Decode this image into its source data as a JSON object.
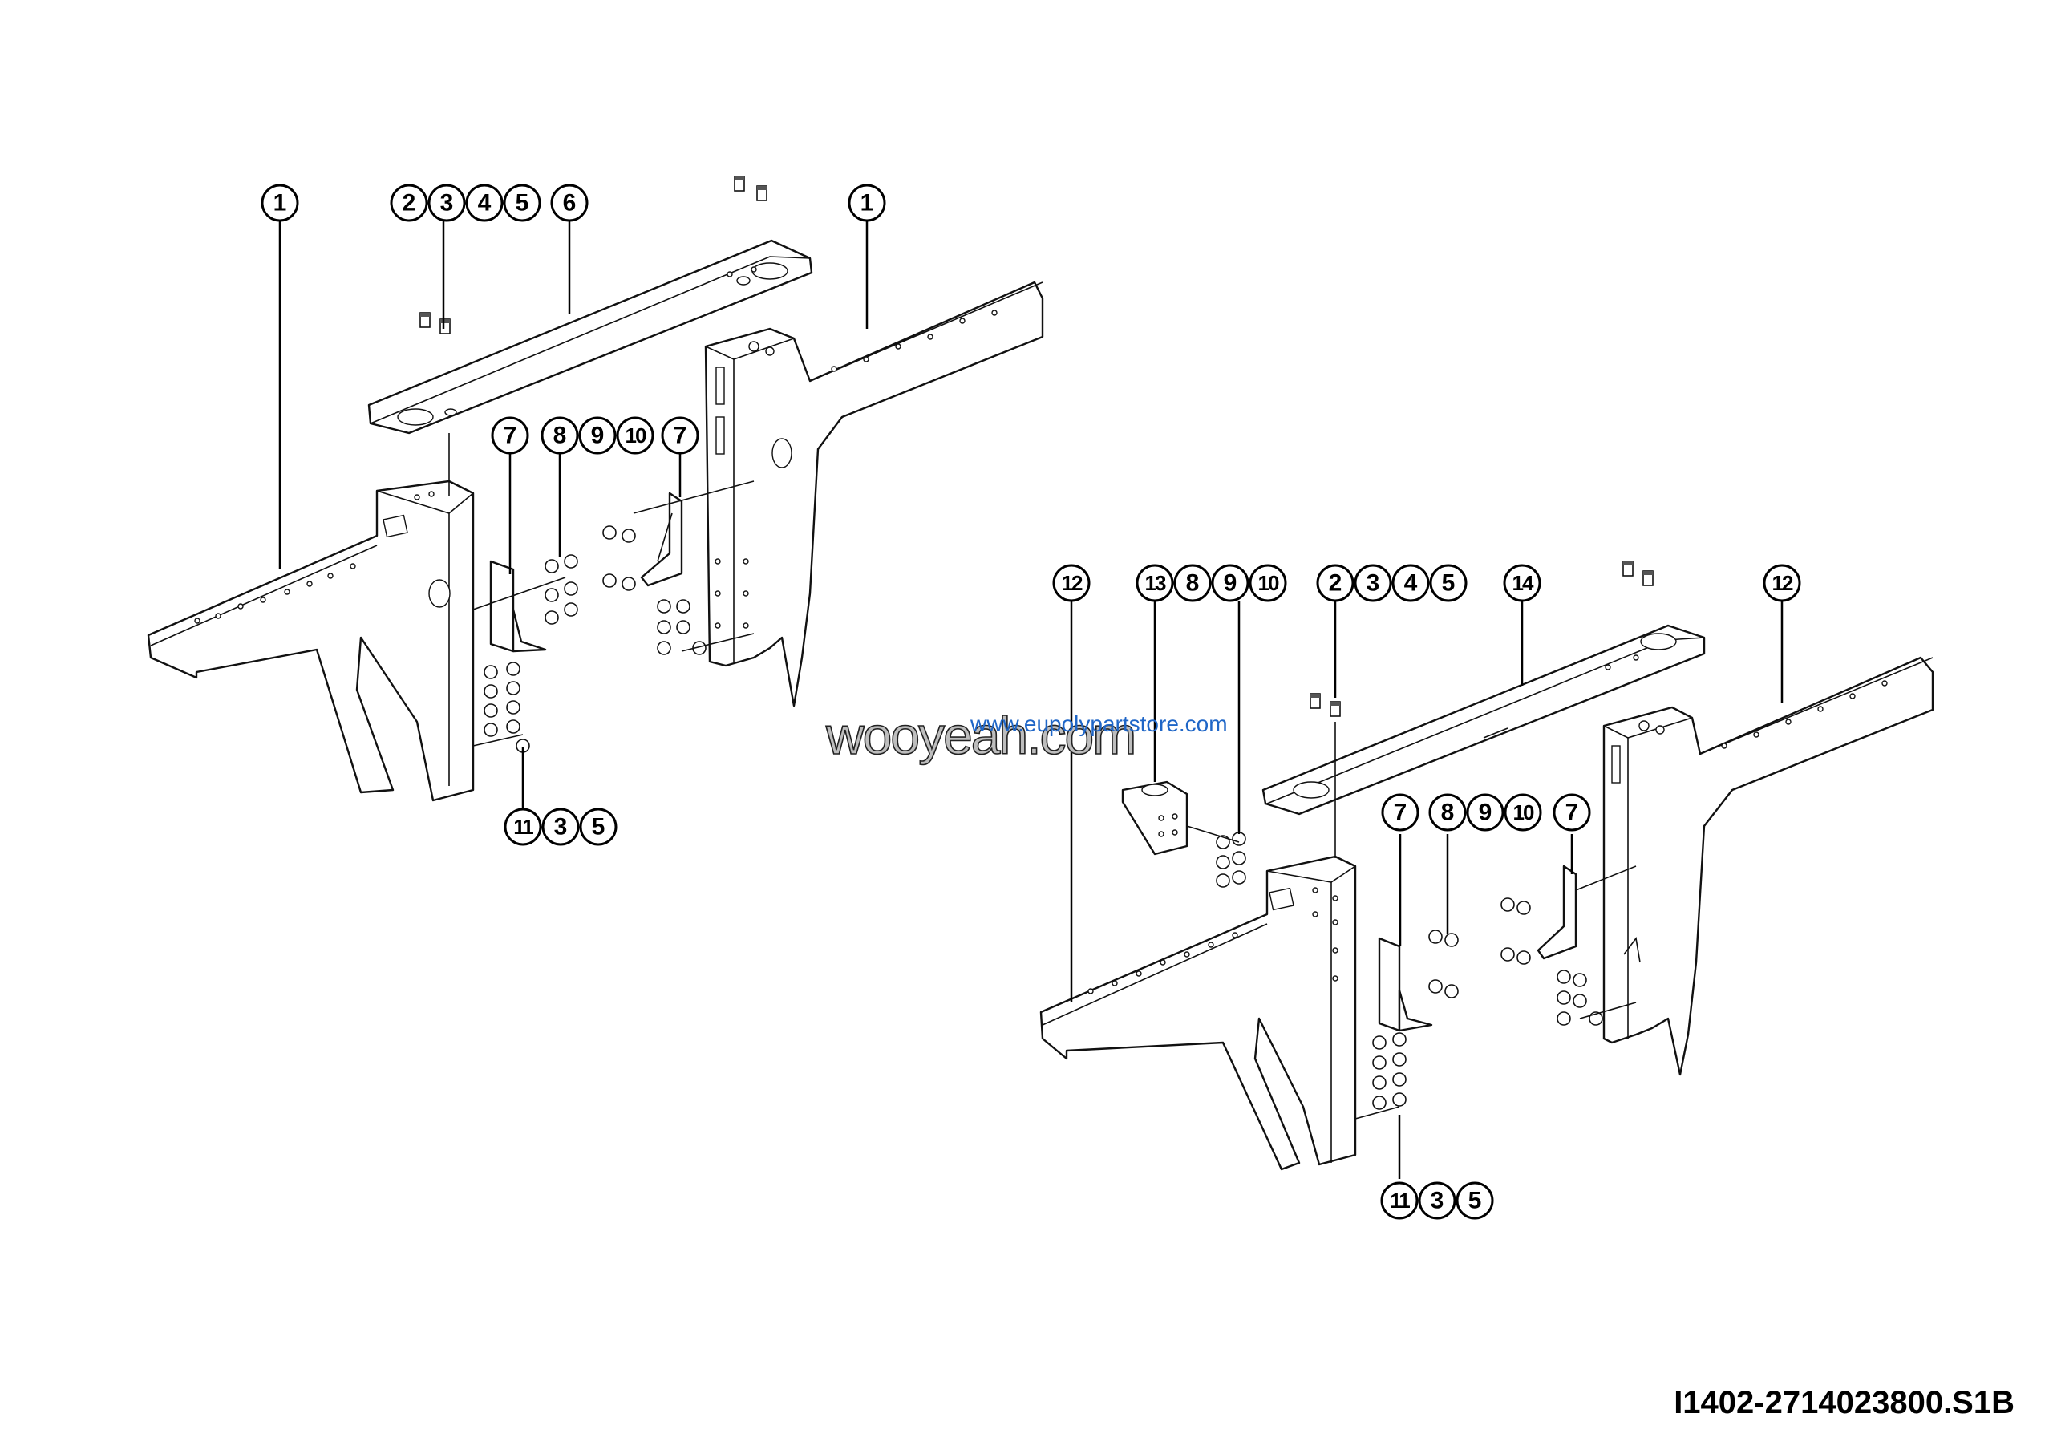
{
  "drawing_number": "I1402-2714023800.S1B",
  "watermark": {
    "primary": "wooyeah.com",
    "secondary": "www.eupolypartstore.com"
  },
  "callouts": {
    "left_assembly": {
      "top_left": [
        "1"
      ],
      "top_group": [
        "2",
        "3",
        "4",
        "5"
      ],
      "top_beam": [
        "6"
      ],
      "top_right": [
        "1"
      ],
      "bracket_a": [
        "7"
      ],
      "hardware": [
        "8",
        "9",
        "10"
      ],
      "bracket_b": [
        "7"
      ],
      "bottom_group": [
        "11",
        "3",
        "5"
      ]
    },
    "right_assembly": {
      "frame_left": [
        "12"
      ],
      "pad_group": [
        "13",
        "8",
        "9",
        "10"
      ],
      "top_group": [
        "2",
        "3",
        "4",
        "5"
      ],
      "top_beam": [
        "14"
      ],
      "frame_right": [
        "12"
      ],
      "bracket_a": [
        "7"
      ],
      "hardware": [
        "8",
        "9",
        "10"
      ],
      "bracket_b": [
        "7"
      ],
      "bottom_group": [
        "11",
        "3",
        "5"
      ]
    }
  }
}
